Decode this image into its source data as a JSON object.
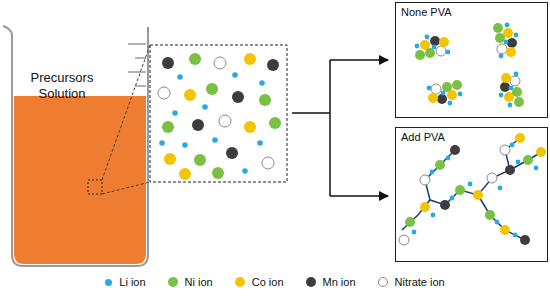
{
  "diagram": {
    "nodes": [
      {
        "text": [
          "Precursors Solution"
        ]
      },
      {
        "text": [
          "None PVA"
        ]
      },
      {
        "text": [
          "Add PVA"
        ]
      }
    ],
    "legend": [
      {
        "text": "Li ion",
        "color": "#29abe2"
      },
      {
        "text": "Ni ion",
        "color": "#7ac143"
      },
      {
        "text": "Co ion",
        "color": "#f5c400"
      },
      {
        "text": "Mn ion",
        "color": "#3d3d3d"
      },
      {
        "text": "Nitrate ion",
        "color": "#ffffff"
      }
    ]
  }
}
